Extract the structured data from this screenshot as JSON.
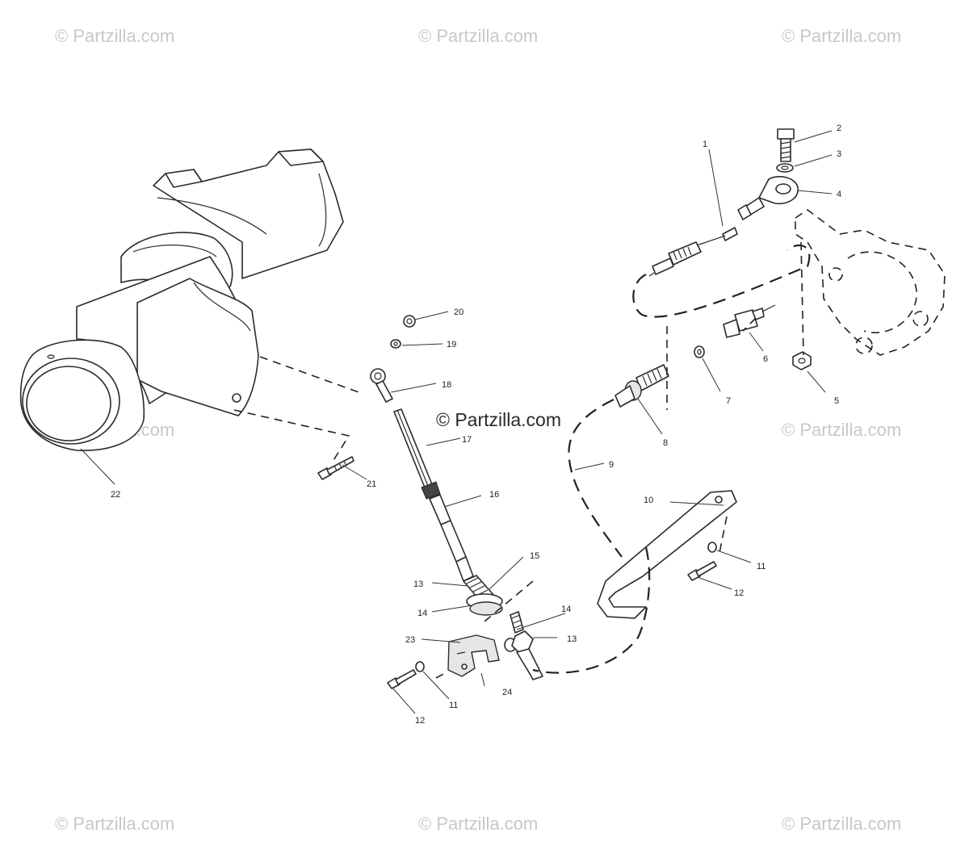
{
  "watermarks": {
    "corner": "© Partzilla.com",
    "center": "© Partzilla.com"
  },
  "callouts": {
    "c1": "1",
    "c2": "2",
    "c3": "3",
    "c4": "4",
    "c5": "5",
    "c6": "6",
    "c7": "7",
    "c8": "8",
    "c9": "9",
    "c10": "10",
    "c11a": "11",
    "c11b": "11",
    "c12a": "12",
    "c12b": "12",
    "c13a": "13",
    "c13b": "13",
    "c14a": "14",
    "c14b": "14",
    "c15": "15",
    "c16": "16",
    "c17": "17",
    "c18": "18",
    "c19": "19",
    "c20": "20",
    "c21": "21",
    "c22": "22",
    "c23": "23",
    "c24": "24"
  },
  "colors": {
    "line": "#2b2b2b",
    "watermark": "#c8c8c8",
    "background": "#ffffff"
  }
}
